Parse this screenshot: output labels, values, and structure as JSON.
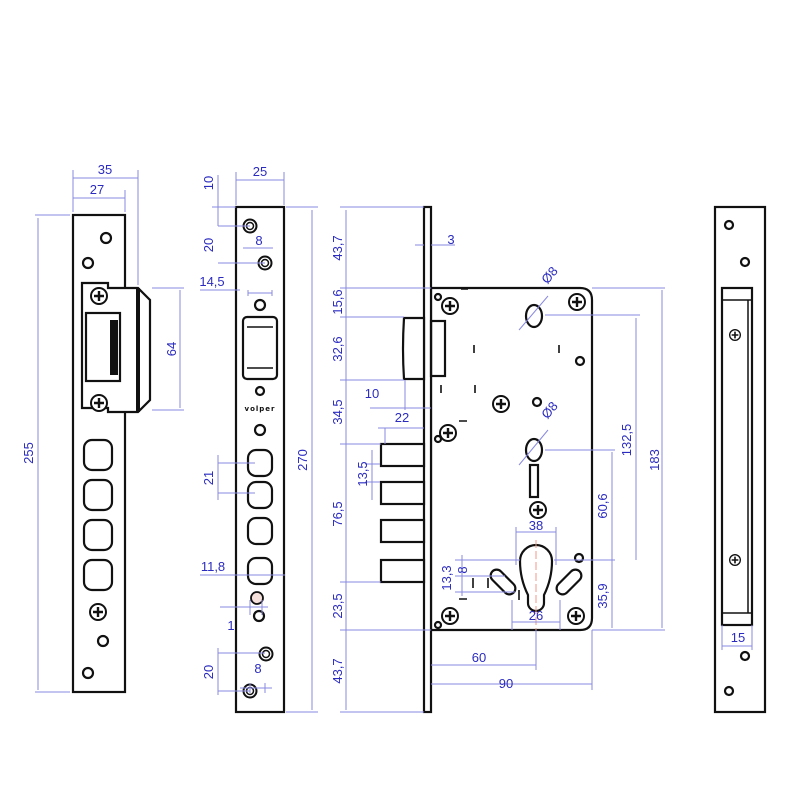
{
  "strike_plate": {
    "width_total": "35",
    "width_plate": "27",
    "hook_height": "64",
    "height": "255"
  },
  "faceplate": {
    "top_offset": "10",
    "width": "25",
    "hole_spacing_top": "20",
    "hole_offset_top": "8",
    "latch_width": "14,5",
    "brand": "volper",
    "opening_spacing": "21",
    "opening_width": "11,8",
    "offset": "1",
    "hole_spacing_bottom": "20",
    "hole_offset_bottom": "8",
    "height": "270"
  },
  "lock_body": {
    "top": "43,7",
    "plate_thickness": "3",
    "d15_6": "15,6",
    "latch": "32,6",
    "latch_proj": "10",
    "d34_5": "34,5",
    "bolt_proj": "22",
    "bolt_spacing": "13,5",
    "bolts": "76,5",
    "d23_5": "23,5",
    "bottom": "43,7",
    "hole_top": "Ø8",
    "hole_mid": "Ø8",
    "d132_5": "132,5",
    "d183": "183",
    "d60_6": "60,6",
    "d35_9": "35,9",
    "cyl_width": "38",
    "d13_3": "13,3",
    "d8": "8",
    "cyl_bottom": "26",
    "backset": "60",
    "depth": "90"
  },
  "keeper": {
    "width": "15"
  },
  "colors": {
    "dimension": "#2b2bc0",
    "line": "#111111"
  }
}
